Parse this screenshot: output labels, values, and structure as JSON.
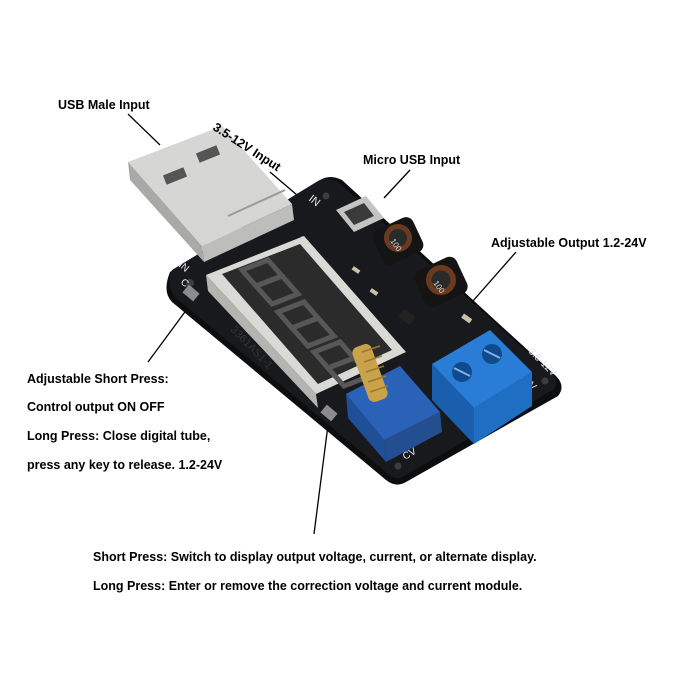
{
  "labels": {
    "usb_male_input": "USB Male Input",
    "input_range": "3.5-12V Input",
    "micro_usb_input": "Micro USB Input",
    "adjustable_output": "Adjustable Output 1.2-24V",
    "left_button": [
      "Adjustable Short Press:",
      "Control output ON OFF",
      "Long Press: Close digital tube,",
      "press any key to release. 1.2-24V"
    ],
    "bottom_button": [
      "Short Press: Switch to display output voltage, current, or alternate display.",
      "Long Press: Enter or remove the correction voltage and current module."
    ]
  },
  "board_markings": {
    "display_part": "3361AS1-1",
    "pcb_in": "IN",
    "pcb_in_left": "IN",
    "pcb_c_left": "C",
    "pcb_cv": "CV",
    "pcb_spec": "3.5-12V",
    "pcb_out": "24V",
    "inductor_code": "100"
  },
  "colors": {
    "pcb": "#17191c",
    "usb_metal": "#c8c8c6",
    "display_housing": "#dededb",
    "display_face": "#2b2b2b",
    "terminal_block": "#1e6fc4",
    "potentiometer": "#2a62b8",
    "brass_screw": "#c9a24a",
    "leader_lines": "#000000"
  }
}
